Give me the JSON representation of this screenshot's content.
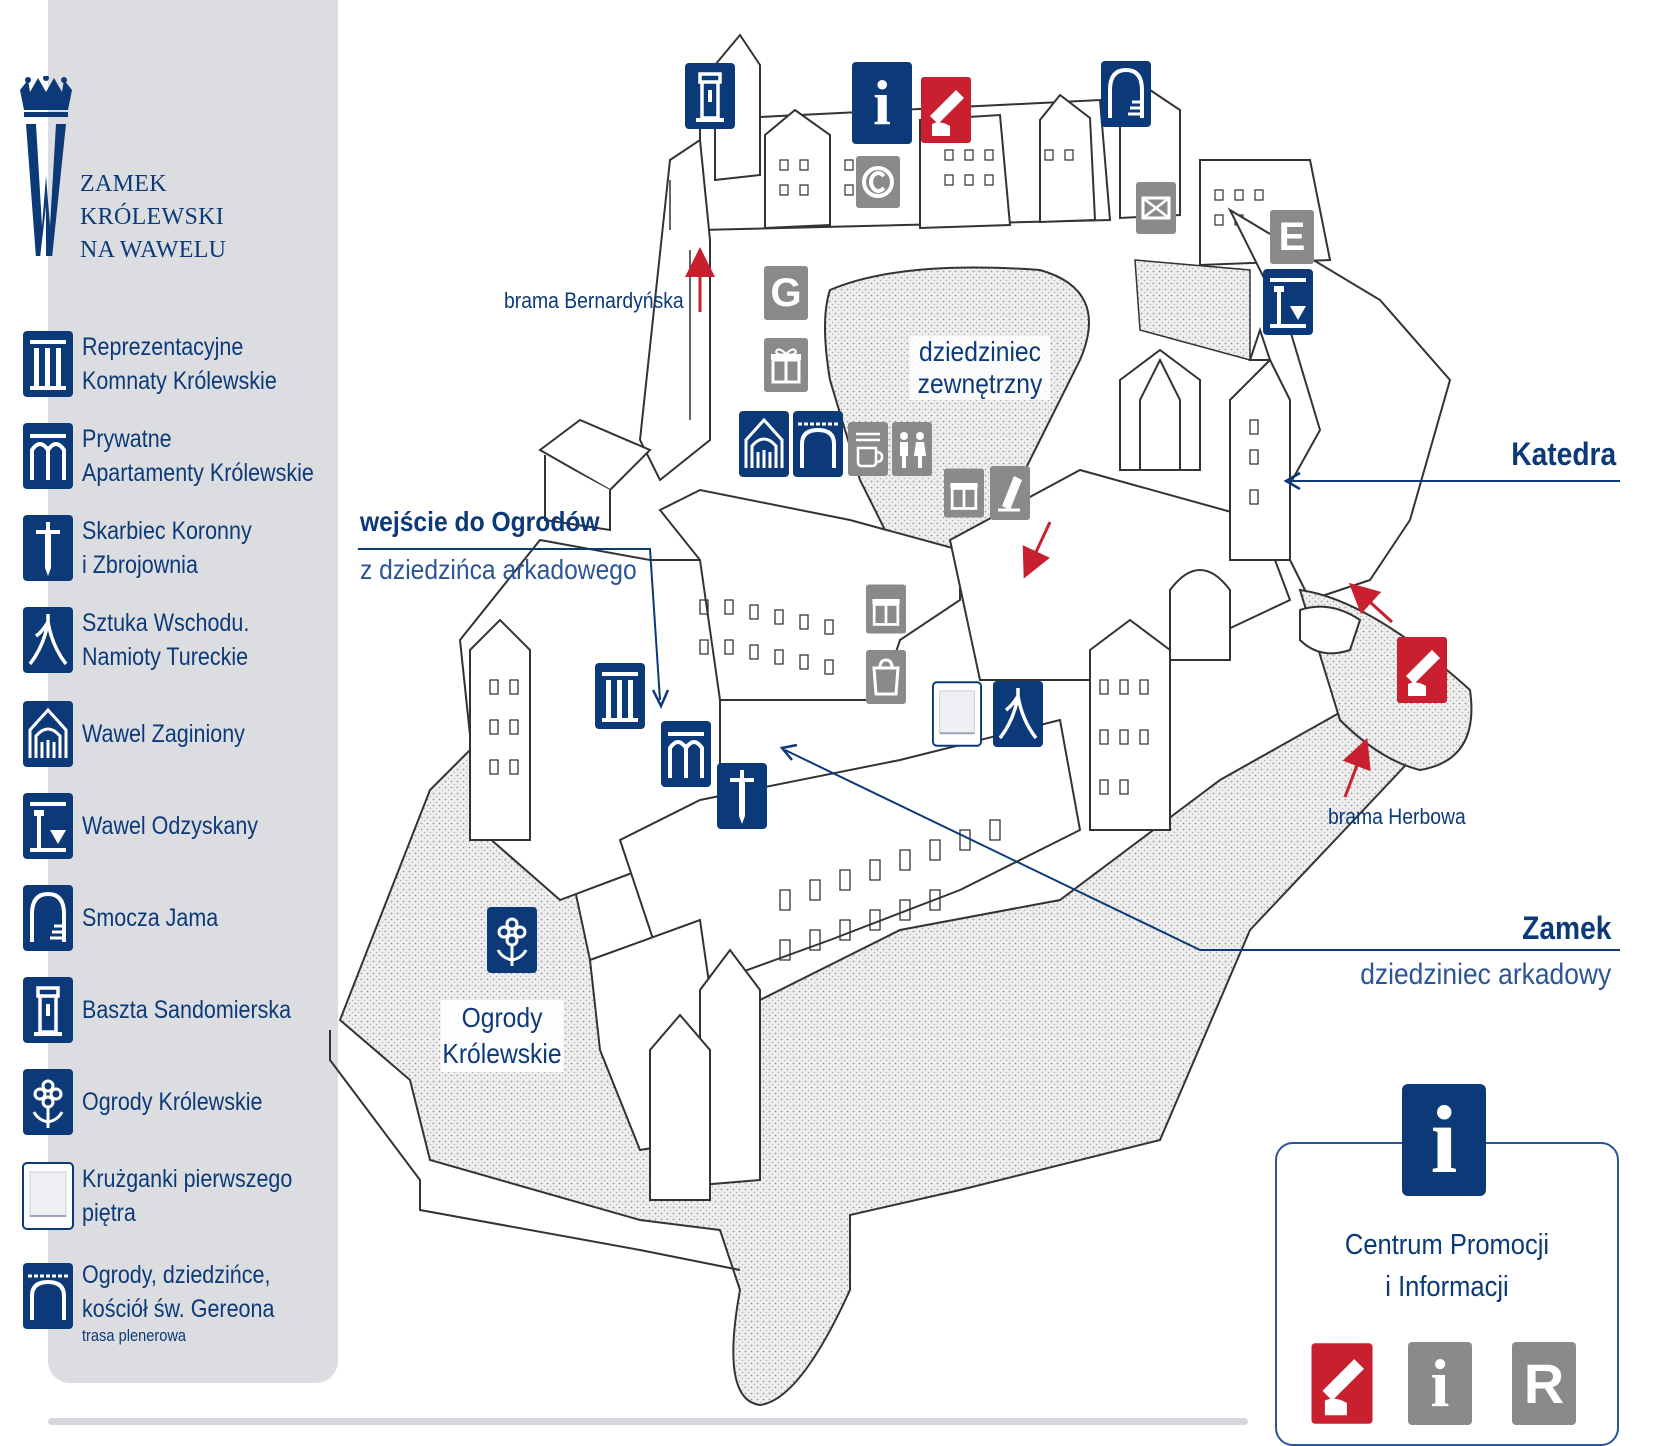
{
  "brand": {
    "line1": "ZAMEK",
    "line2": "KRÓLEWSKI",
    "line3": "NA WAWELU",
    "logo_color": "#0c3a78"
  },
  "legend": [
    {
      "icon": "columns-icon",
      "line1": "Reprezentacyjne",
      "line2": "Komnaty Królewskie"
    },
    {
      "icon": "arches-icon",
      "line1": "Prywatne",
      "line2": "Apartamenty Królewskie"
    },
    {
      "icon": "sword-icon",
      "line1": "Skarbiec Koronny",
      "line2": "i Zbrojownia"
    },
    {
      "icon": "tent-icon",
      "line1": "Sztuka Wschodu.",
      "line2": "Namioty Tureckie"
    },
    {
      "icon": "church-icon",
      "line1": "Wawel Zaginiony",
      "line2": ""
    },
    {
      "icon": "recovered-icon",
      "line1": "Wawel Odzyskany",
      "line2": ""
    },
    {
      "icon": "cave-icon",
      "line1": "Smocza Jama",
      "line2": ""
    },
    {
      "icon": "tower-icon",
      "line1": "Baszta Sandomierska",
      "line2": ""
    },
    {
      "icon": "flower-icon",
      "line1": "Ogrody Królewskie",
      "line2": ""
    },
    {
      "icon": "gallery-icon",
      "line1": "Krużganki pierwszego",
      "line2": "piętra"
    },
    {
      "icon": "gate-icon",
      "line1": "Ogrody, dziedzińce,",
      "line2": "kościół św. Gereona",
      "line3": "trasa plenerowa"
    }
  ],
  "map": {
    "gate_bernardynska": "brama Bernardyńska",
    "courtyard_outer_1": "dziedziniec",
    "courtyard_outer_2": "zewnętrzny",
    "katedra": "Katedra",
    "garden_entry_title": "wejście do Ogrodów",
    "garden_entry_sub": "z dziedzińca arkadowego",
    "zamek": "Zamek",
    "zamek_sub": "dziedziniec arkadowy",
    "gardens_1": "Ogrody",
    "gardens_2": "Królewskie",
    "gate_herbowa": "brama Herbowa",
    "marker_g": "G",
    "marker_e": "E",
    "marker_r": "R",
    "marker_i": "i"
  },
  "info": {
    "line1": "Centrum Promocji",
    "line2": "i Informacji"
  },
  "colors": {
    "navy": "#0c3a78",
    "red": "#c8202f",
    "gray": "#8a8a8a",
    "panel": "#dcdde1"
  }
}
